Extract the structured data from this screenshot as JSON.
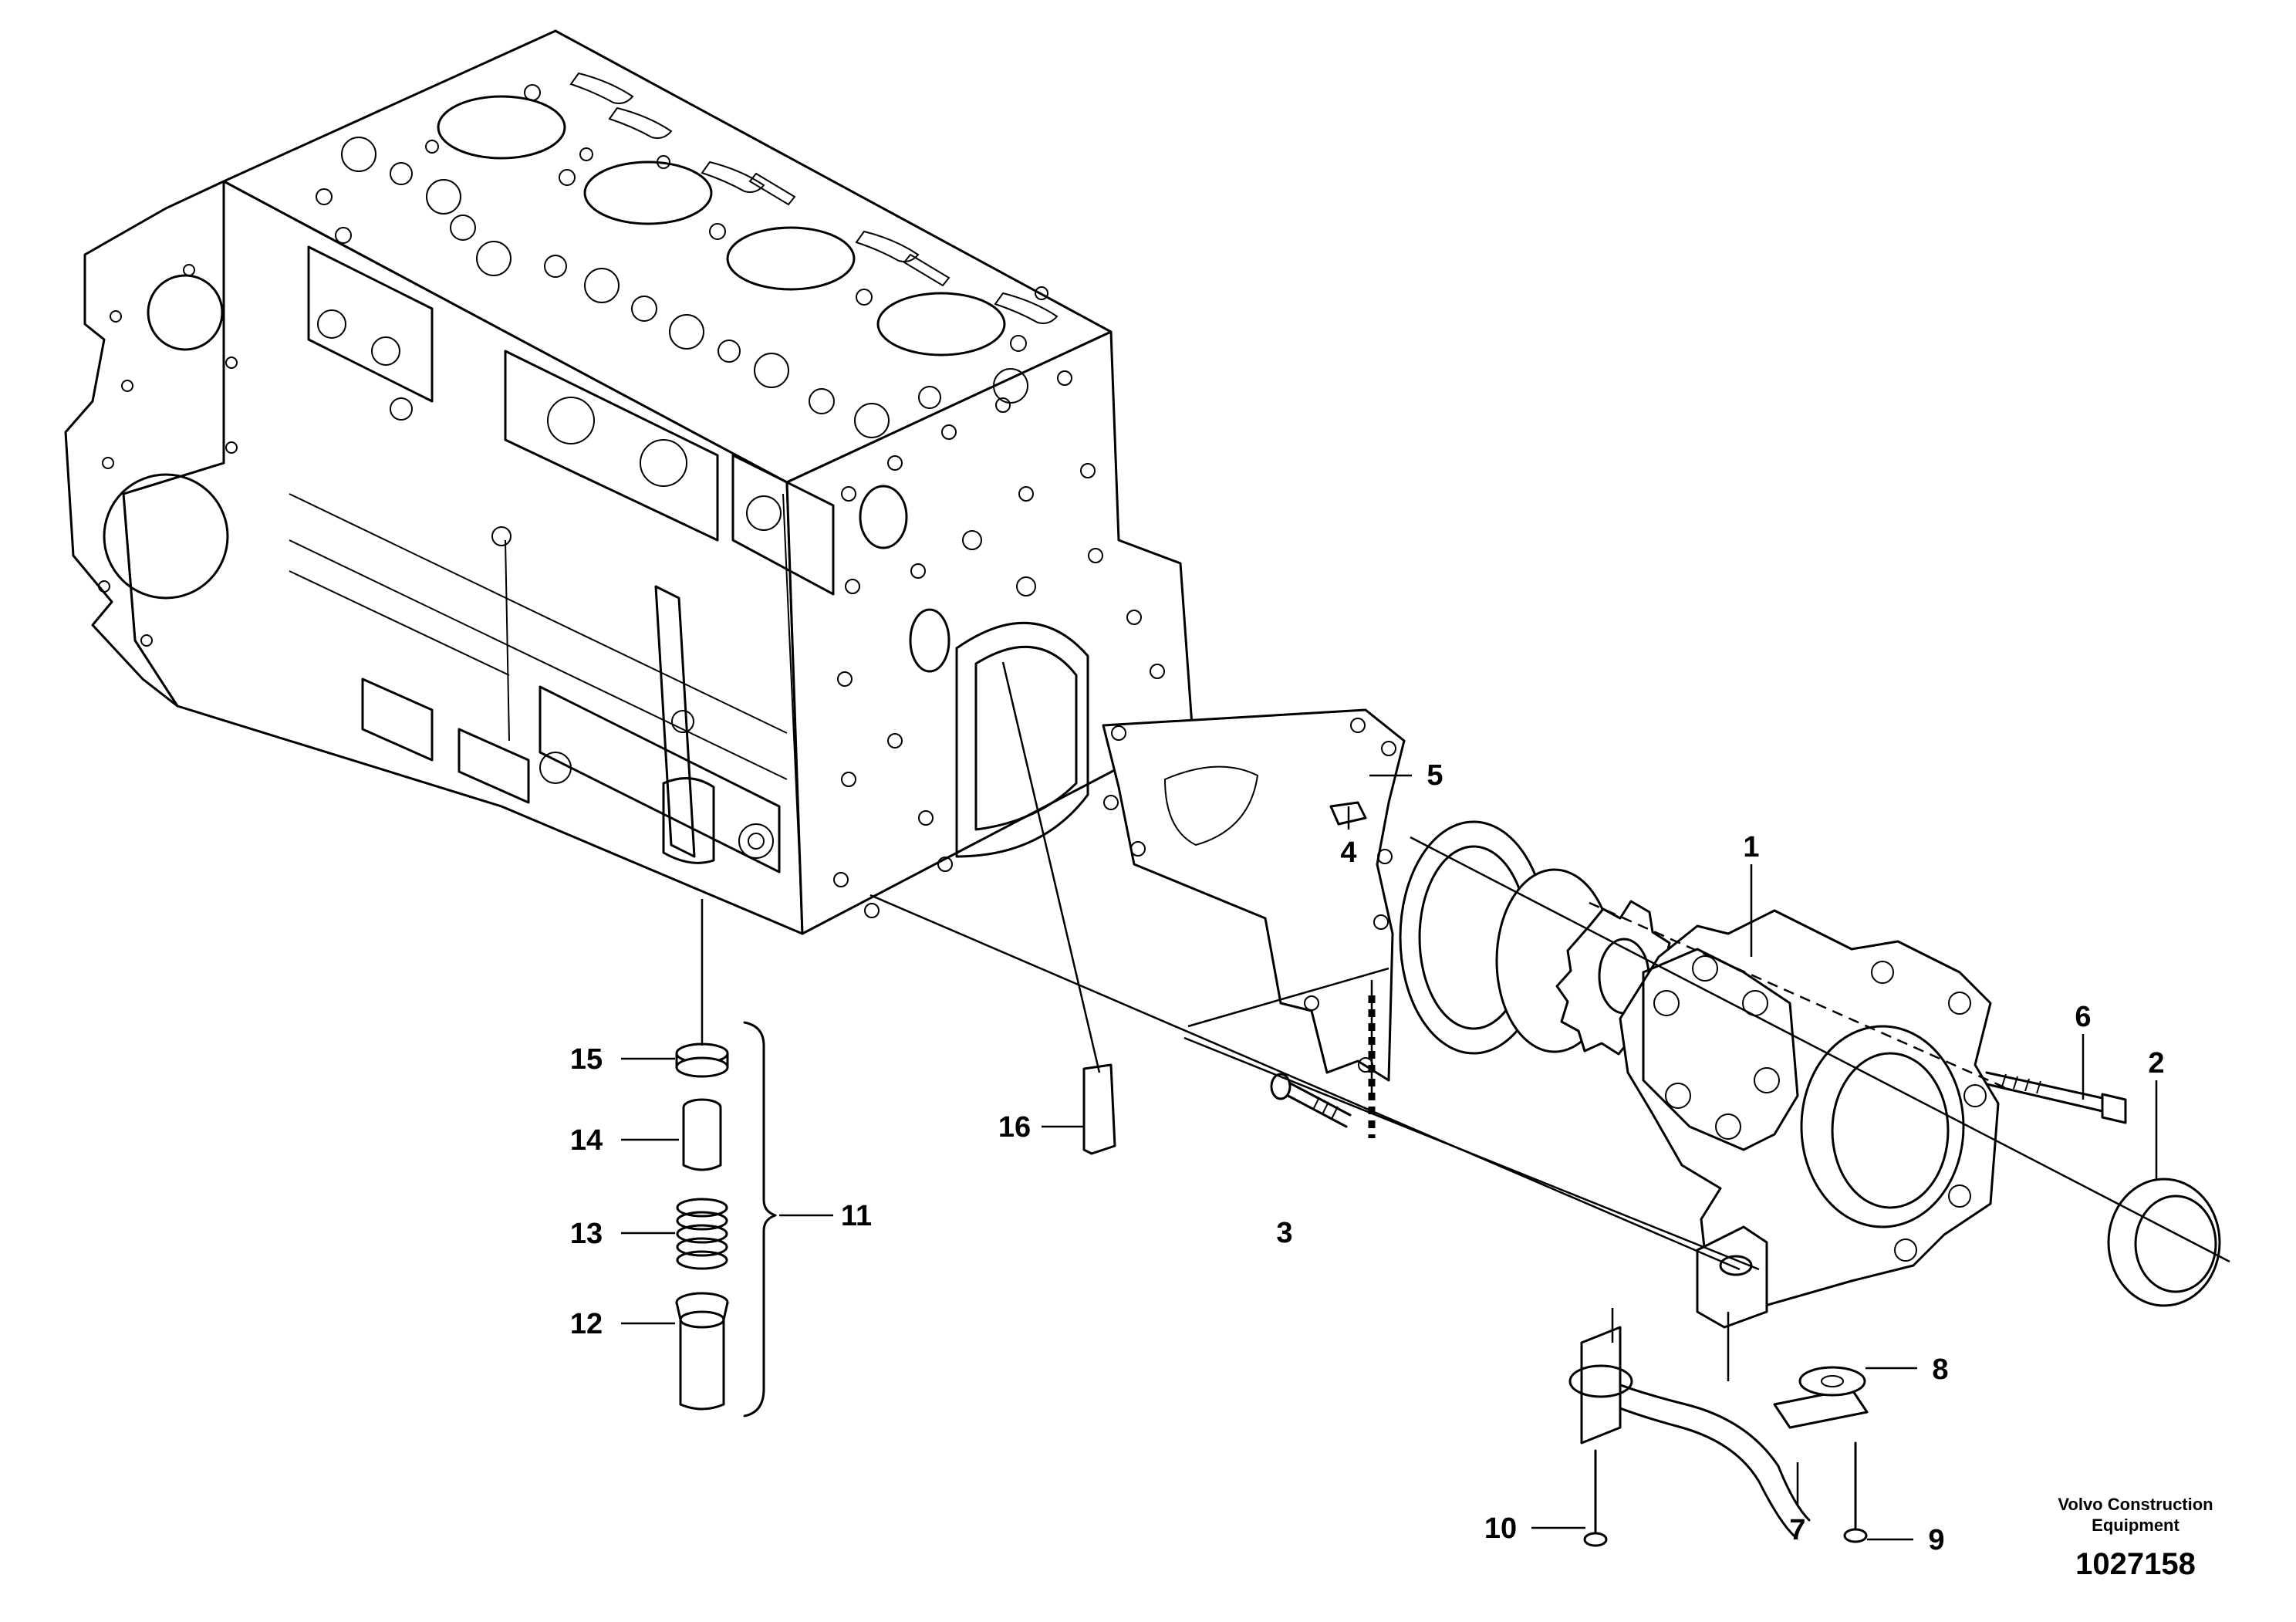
{
  "callouts": {
    "c1": "1",
    "c2": "2",
    "c3": "3",
    "c4": "4",
    "c5": "5",
    "c6": "6",
    "c7": "7",
    "c8": "8",
    "c9": "9",
    "c10": "10",
    "c11": "11",
    "c12": "12",
    "c13": "13",
    "c14": "14",
    "c15": "15",
    "c16": "16"
  },
  "credit": {
    "line1": "Volvo Construction",
    "line2": "Equipment"
  },
  "document_number": "1027158"
}
